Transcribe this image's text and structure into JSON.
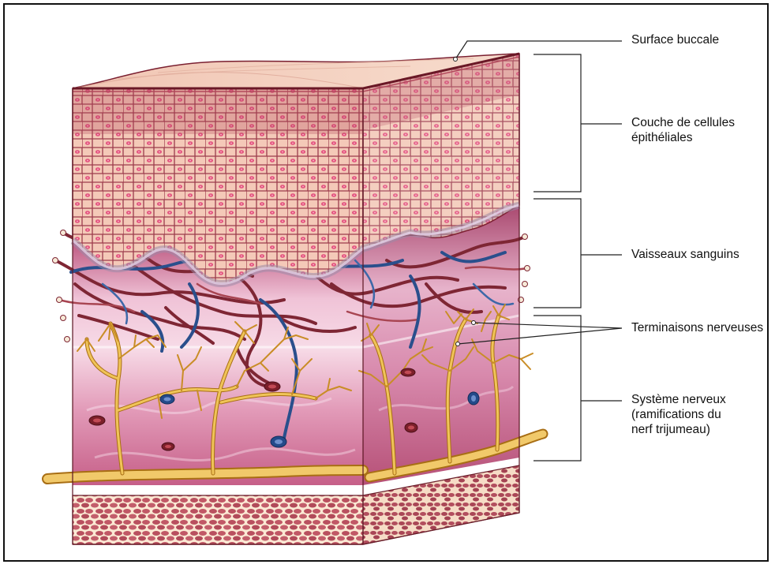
{
  "labels": {
    "surface": "Surface buccale",
    "epithelial": [
      "Couche de cellules",
      "épithéliales"
    ],
    "vessels": "Vaisseaux sanguins",
    "nerve_endings": "Terminaisons nerveuses",
    "nervous_system": [
      "Système nerveux",
      "(ramifications du",
      "nerf trijumeau)"
    ]
  },
  "colors": {
    "epithelium": "#f2c2ae",
    "epithelium_dark": "#b45a63",
    "cell_outline": "#8e2c3f",
    "nucleus": "#e0507a",
    "surface": "#f6d6c4",
    "lamina": "#c96c8d",
    "lamina_light": "#f3cfe0",
    "artery": "#8a2f3a",
    "vein": "#274f8a",
    "nerve": "#e8b23c",
    "nerve_outline": "#a86e14",
    "muscle": "#b44a5a",
    "line": "#222222"
  }
}
